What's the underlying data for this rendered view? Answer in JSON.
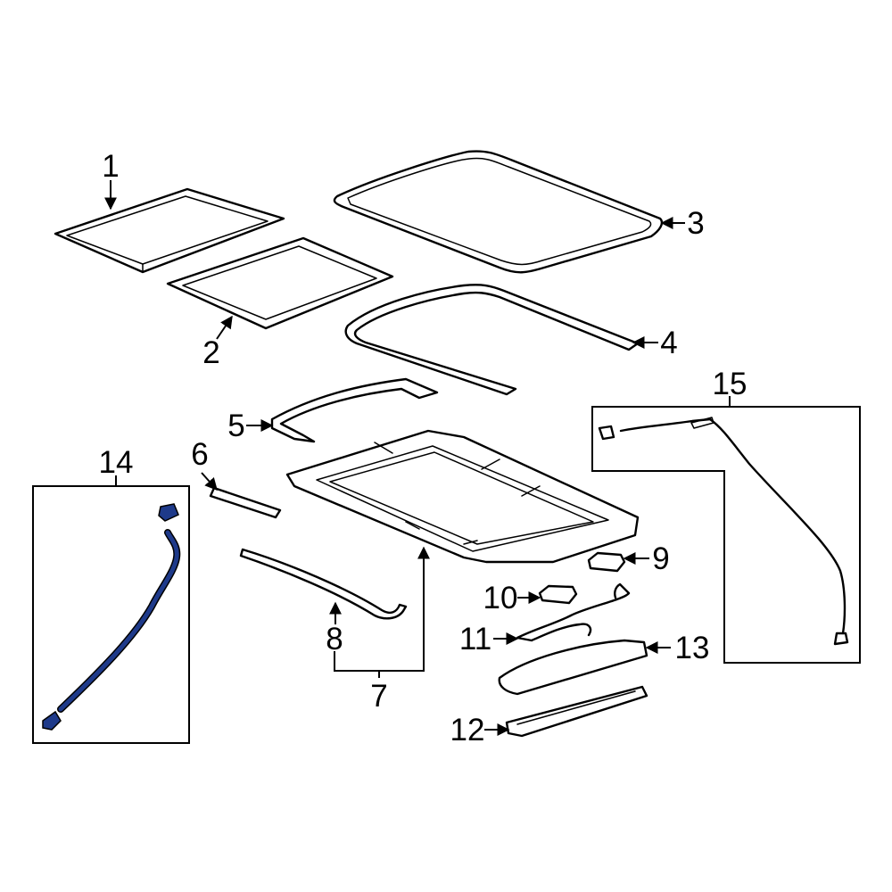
{
  "diagram": {
    "callouts": [
      "1",
      "2",
      "3",
      "4",
      "5",
      "6",
      "7",
      "8",
      "9",
      "10",
      "11",
      "12",
      "13",
      "14",
      "15"
    ],
    "colors": {
      "line": "#000000",
      "highlight_fill": "#1e3a8a",
      "highlight_light": "#2f4fb5",
      "background": "#ffffff"
    }
  }
}
